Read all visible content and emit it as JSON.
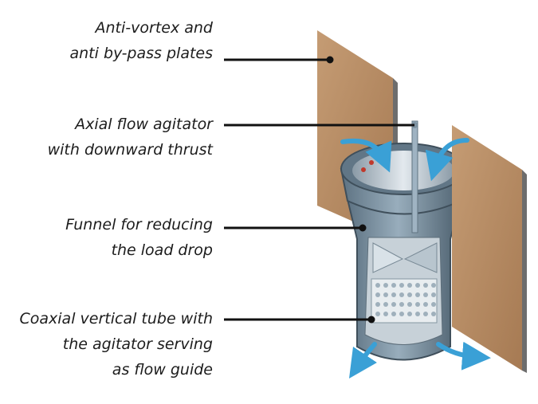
{
  "labels": [
    {
      "lines": [
        "Anti-vortex and",
        "anti by-pass plates"
      ]
    },
    {
      "lines": [
        "Axial flow agitator",
        "with downward thrust"
      ]
    },
    {
      "lines": [
        "Funnel for reducing",
        "the load drop"
      ]
    },
    {
      "lines": [
        "Coaxial vertical tube with",
        "the agitator serving",
        "as flow guide"
      ]
    }
  ],
  "colors": {
    "plate": "#b78b63",
    "plate_edge": "#6d6d6d",
    "tube": "#6f8595",
    "tube_dark": "#4a5c69",
    "arrow": "#3aa0d6",
    "leader": "#111111"
  }
}
